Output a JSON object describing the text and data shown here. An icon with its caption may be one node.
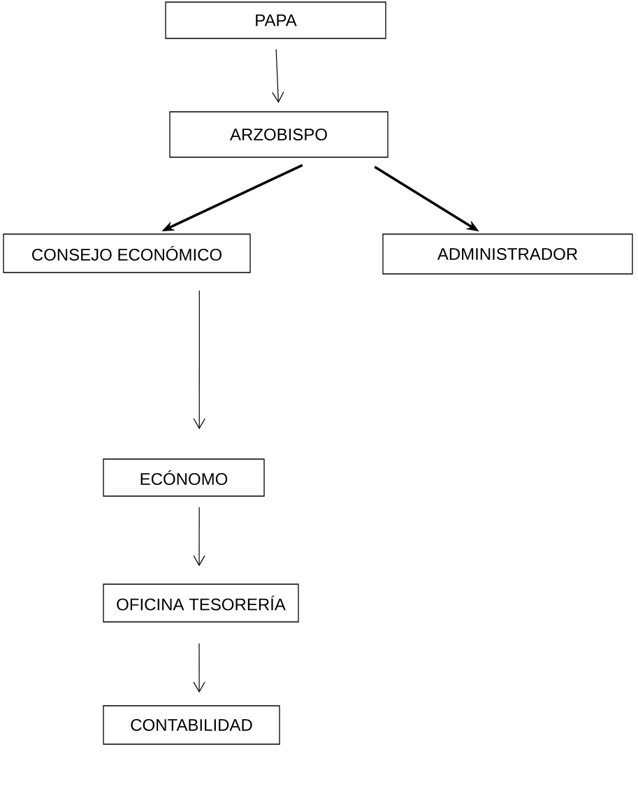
{
  "diagram": {
    "nodes": [
      {
        "text": [
          "PAPA"
        ]
      },
      {
        "text": [
          "ARZOBISPO"
        ]
      },
      {
        "text": [
          "CONSEJO ECONÓMICO"
        ]
      },
      {
        "text": [
          "ADMINISTRADOR"
        ]
      },
      {
        "text": [
          "ECÓNOMO"
        ]
      },
      {
        "text": [
          "OFICINA TESORERÍA"
        ]
      },
      {
        "text": [
          "CONTABILIDAD"
        ]
      }
    ],
    "edges": [
      {
        "from": 0,
        "to": 1,
        "arrow": "to"
      },
      {
        "from": 1,
        "to": 2,
        "arrow": "to",
        "style": "thick"
      },
      {
        "from": 1,
        "to": 3,
        "arrow": "to",
        "style": "thick"
      },
      {
        "from": 2,
        "to": 4,
        "arrow": "to"
      },
      {
        "from": 4,
        "to": 5,
        "arrow": "to"
      },
      {
        "from": 5,
        "to": 6,
        "arrow": "to"
      }
    ]
  }
}
